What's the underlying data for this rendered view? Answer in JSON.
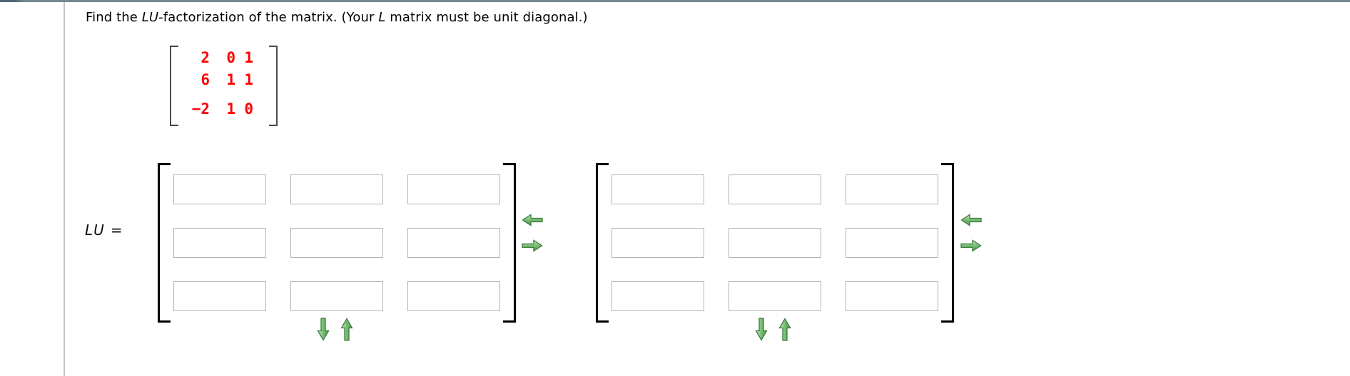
{
  "question": {
    "prefix": "Find the ",
    "math_term_1": "LU",
    "middle": "-factorization of the matrix. (Your ",
    "math_term_2": "L",
    "suffix": " matrix must be unit diagonal.)"
  },
  "given_matrix": {
    "color": "#ff0000",
    "rows": [
      [
        "2",
        "0",
        "1"
      ],
      [
        "6",
        "1",
        "1"
      ],
      [
        "−2",
        "1",
        "0"
      ]
    ]
  },
  "equation": {
    "lhs": "LU",
    "equals": "="
  },
  "answer_matrix_l": {
    "cells": [
      [
        "",
        "",
        ""
      ],
      [
        "",
        "",
        ""
      ],
      [
        "",
        "",
        ""
      ]
    ]
  },
  "answer_matrix_u": {
    "cells": [
      [
        "",
        "",
        ""
      ],
      [
        "",
        "",
        ""
      ],
      [
        "",
        "",
        ""
      ]
    ]
  },
  "icons": {
    "left_arrow": "shrink-columns",
    "right_arrow": "grow-columns",
    "down_arrow": "grow-rows",
    "up_arrow": "shrink-rows",
    "arrow_fill": "#6ab56a",
    "arrow_border": "#3a7c3a"
  }
}
